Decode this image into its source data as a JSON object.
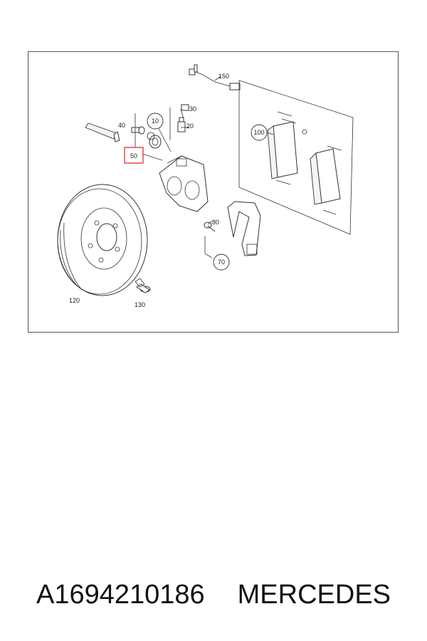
{
  "diagram": {
    "callouts": [
      {
        "id": "10",
        "label": "10",
        "style": "circle"
      },
      {
        "id": "20",
        "label": "20",
        "style": "text"
      },
      {
        "id": "30",
        "label": "30",
        "style": "text"
      },
      {
        "id": "40",
        "label": "40",
        "style": "text"
      },
      {
        "id": "50",
        "label": "50",
        "style": "highlighted-box"
      },
      {
        "id": "70",
        "label": "70",
        "style": "circle"
      },
      {
        "id": "80",
        "label": "80",
        "style": "text"
      },
      {
        "id": "100",
        "label": "100",
        "style": "circle"
      },
      {
        "id": "120",
        "label": "120",
        "style": "text"
      },
      {
        "id": "130",
        "label": "130",
        "style": "text"
      },
      {
        "id": "150",
        "label": "150",
        "style": "text"
      }
    ],
    "highlight_color": "#d9303a"
  },
  "caption": {
    "part_number": "A1694210186",
    "brand": "MERCEDES"
  }
}
